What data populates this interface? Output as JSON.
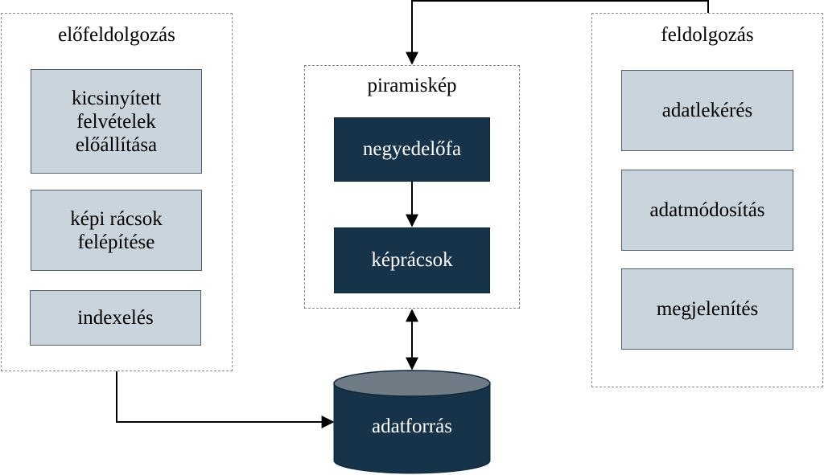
{
  "groups": {
    "preprocessing": {
      "title": "előfeldolgozás",
      "items": [
        "kicsinyített\nfelvételek\nelőállítása",
        "képi rácsok\nfelépítése",
        "indexelés"
      ]
    },
    "pyramid": {
      "title": "piramiskép",
      "items": [
        "negyedelőfa",
        "képrácsok"
      ]
    },
    "processing": {
      "title": "feldolgozás",
      "items": [
        "adatlekérés",
        "adatmódosítás",
        "megjelenítés"
      ]
    }
  },
  "datasource": {
    "label": "adatforrás"
  },
  "colors": {
    "light_box_fill": "#c9d4dc",
    "dark_box_fill": "#17334a",
    "cylinder_top": "#6f7c86",
    "connector": "#000000"
  }
}
